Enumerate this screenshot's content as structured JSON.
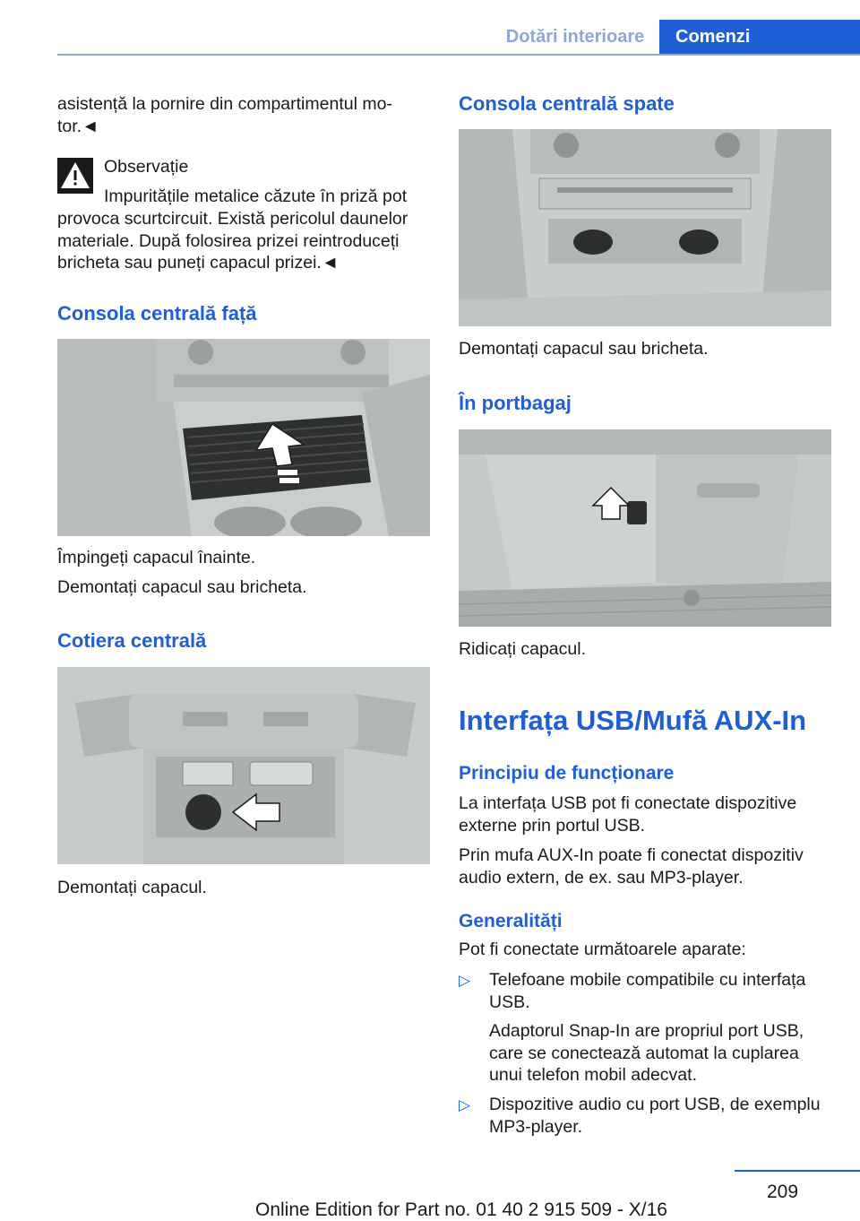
{
  "header": {
    "section": "Dotări interioare",
    "chapter": "Comenzi"
  },
  "left": {
    "intro_line1": "asistență la pornire din compartimentul mo‐",
    "intro_line2": "tor.◄",
    "warning": {
      "title": "Observație",
      "line1": "Impuritățile metalice căzute în priză pot",
      "line2": "provoca scurtcircuit. Există pericolul daunelor",
      "line3": "materiale. După folosirea prizei reintroduceți",
      "line4": "bricheta sau puneți capacul prizei.◄"
    },
    "front_console": {
      "heading": "Consola centrală față",
      "step1": "Împingeți capacul înainte.",
      "step2": "Demontați capacul sau bricheta."
    },
    "armrest": {
      "heading": "Cotiera centrală",
      "step1": "Demontați capacul."
    }
  },
  "right": {
    "rear_console": {
      "heading": "Consola centrală spate",
      "step1": "Demontați capacul sau bricheta."
    },
    "trunk": {
      "heading": "În portbagaj",
      "step1": "Ridicați capacul."
    },
    "usb": {
      "title": "Interfața USB/Mufă AUX-In",
      "principle_heading": "Principiu de funcționare",
      "p1_line1": "La interfața USB pot fi conectate dispozitive",
      "p1_line2": "externe prin portul USB.",
      "p2_line1": "Prin mufa AUX-In poate fi conectat dispozitiv",
      "p2_line2": "audio extern, de ex. sau MP3-player.",
      "general_heading": "Generalități",
      "general_text": "Pot fi conectate următoarele aparate:",
      "bullets": [
        {
          "marker": "▷",
          "line1": "Telefoane mobile compatibile cu interfața",
          "line2": "USB.",
          "sub1": "Adaptorul Snap-In are propriul port USB,",
          "sub2": "care se conectează automat la cuplarea",
          "sub3": "unui telefon mobil adecvat."
        },
        {
          "marker": "▷",
          "line1": "Dispozitive audio cu port USB, de exemplu",
          "line2": "MP3-player."
        }
      ]
    }
  },
  "footer": {
    "page_number": "209",
    "edition": "Online Edition for Part no. 01 40 2 915 509 - X/16"
  }
}
